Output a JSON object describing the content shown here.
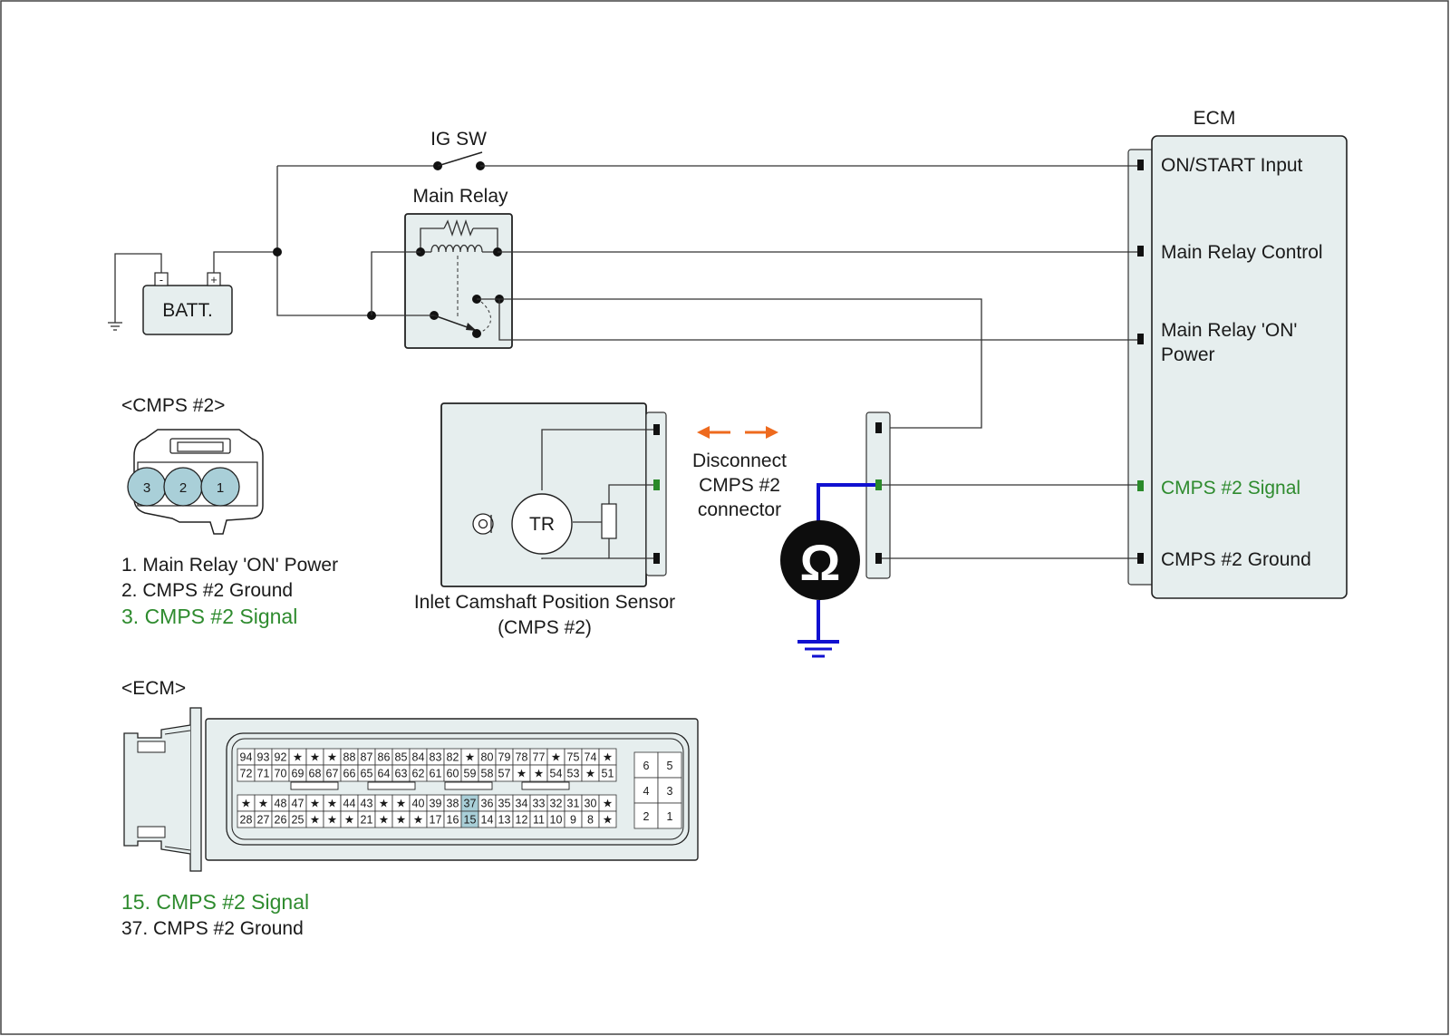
{
  "title_labels": {
    "ecm_title": "ECM",
    "ig_sw": "IG SW",
    "main_relay": "Main Relay",
    "battery": "BATT.",
    "batt_minus": "-",
    "batt_plus": "+"
  },
  "ecm_terminals": [
    {
      "label": "ON/START Input",
      "color": "#1a1a1a"
    },
    {
      "label": "Main Relay Control",
      "color": "#1a1a1a"
    },
    {
      "label": "Main Relay 'ON'",
      "label2": "Power",
      "color": "#1a1a1a"
    },
    {
      "label": "CMPS #2 Signal",
      "color": "#2e8b2e"
    },
    {
      "label": "CMPS #2 Ground",
      "color": "#1a1a1a"
    }
  ],
  "sensor": {
    "tr_label": "TR",
    "name_line1": "Inlet Camshaft Position Sensor",
    "name_line2": "(CMPS #2)"
  },
  "disconnect": {
    "line1": "Disconnect",
    "line2": "CMPS #2",
    "line3": "connector",
    "arrow_color": "#ee6a1e"
  },
  "ohmmeter": {
    "symbol": "Ω",
    "lead_color": "#1010d0"
  },
  "cmps_connector": {
    "title": "<CMPS #2>",
    "pins": [
      "3",
      "2",
      "1"
    ],
    "legend": [
      {
        "text": "1. Main Relay 'ON' Power",
        "color": "#1a1a1a"
      },
      {
        "text": "2. CMPS #2 Ground",
        "color": "#1a1a1a"
      },
      {
        "text": "3. CMPS #2 Signal",
        "color": "#2e8b2e"
      }
    ]
  },
  "ecm_connector": {
    "title": "<ECM>",
    "row1": [
      "94",
      "93",
      "92",
      "★",
      "★",
      "★",
      "88",
      "87",
      "86",
      "85",
      "84",
      "83",
      "82",
      "★",
      "80",
      "79",
      "78",
      "77",
      "★",
      "75",
      "74",
      "★"
    ],
    "row2": [
      "72",
      "71",
      "70",
      "69",
      "68",
      "67",
      "66",
      "65",
      "64",
      "63",
      "62",
      "61",
      "60",
      "59",
      "58",
      "57",
      "★",
      "★",
      "54",
      "53",
      "★",
      "51"
    ],
    "row3": [
      "★",
      "★",
      "48",
      "47",
      "★",
      "★",
      "44",
      "43",
      "★",
      "★",
      "40",
      "39",
      "38",
      "37",
      "36",
      "35",
      "34",
      "33",
      "32",
      "31",
      "30",
      "★"
    ],
    "row4": [
      "28",
      "27",
      "26",
      "25",
      "★",
      "★",
      "★",
      "21",
      "★",
      "★",
      "★",
      "17",
      "16",
      "15",
      "14",
      "13",
      "12",
      "11",
      "10",
      "9",
      "8",
      "★"
    ],
    "highlight": [
      "37",
      "15"
    ],
    "small_block": [
      [
        "6",
        "5"
      ],
      [
        "4",
        "3"
      ],
      [
        "2",
        "1"
      ]
    ],
    "legend": [
      {
        "text": "15. CMPS #2 Signal",
        "color": "#2e8b2e"
      },
      {
        "text": "37. CMPS #2 Ground",
        "color": "#1a1a1a"
      }
    ]
  },
  "colors": {
    "panel_fill": "#e6eeee",
    "pin_highlight": "#a9cfd8",
    "signal_green": "#2e8b2e"
  }
}
